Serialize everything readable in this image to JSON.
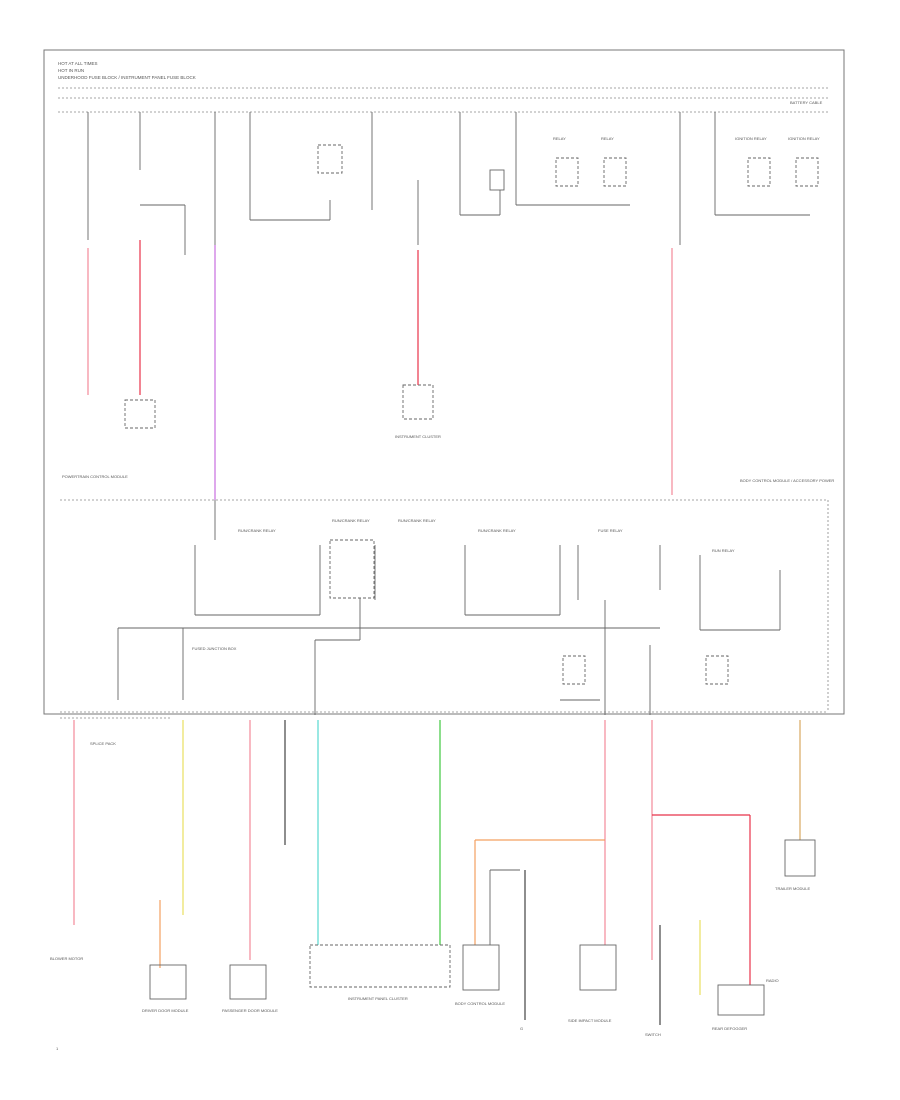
{
  "header": {
    "line1": "HOT AT ALL TIMES",
    "line2": "HOT IN RUN",
    "line3": "UNDERHOOD FUSE BLOCK / INSTRUMENT PANEL FUSE BLOCK",
    "right_note": "BATTERY CABLE"
  },
  "relays": {
    "main1": "RUN/CRANK RELAY",
    "main2": "RUN/CRANK RELAY",
    "main3": "RUN/CRANK RELAY",
    "main4": "RUN/CRANK RELAY",
    "fuse_relay": "FUSE RELAY",
    "run_relay": "RUN RELAY",
    "ind1": "RELAY",
    "ind2": "RELAY",
    "ind3": "IGNITION RELAY",
    "ind4": "IGNITION RELAY"
  },
  "block_labels": {
    "left_block": "POWERTRAIN CONTROL MODULE",
    "mid_block": "INSTRUMENT CLUSTER",
    "right_label": "BODY CONTROL MODULE / ACCESSORY POWER",
    "bottom_splice": "SPLICE",
    "fused_junction": "FUSED JUNCTION BOX",
    "body_control": "BODY CONTROL MODULE"
  },
  "bottom_modules": [
    "BLOWER MOTOR",
    "DRIVER DOOR MODULE",
    "PASSENGER DOOR MODULE",
    "RADIO",
    "INSTRUMENT PANEL CLUSTER",
    "BODY CONTROL MODULE",
    "SIDE IMPACT MODULE",
    "SWITCH",
    "REAR DEFOGGER",
    "TRAILER MODULE"
  ],
  "labels": {
    "ground": "G",
    "splice_pack": "SPLICE PACK",
    "page_num": "1"
  },
  "wire_colors": {
    "red": "#e8334a",
    "pink": "#f28a9a",
    "violet": "#c86ee0",
    "yellow": "#e8e060",
    "cyan": "#58d8d0",
    "green": "#40c840",
    "orange": "#f4a060",
    "tan": "#d8a860",
    "black": "#444444"
  }
}
